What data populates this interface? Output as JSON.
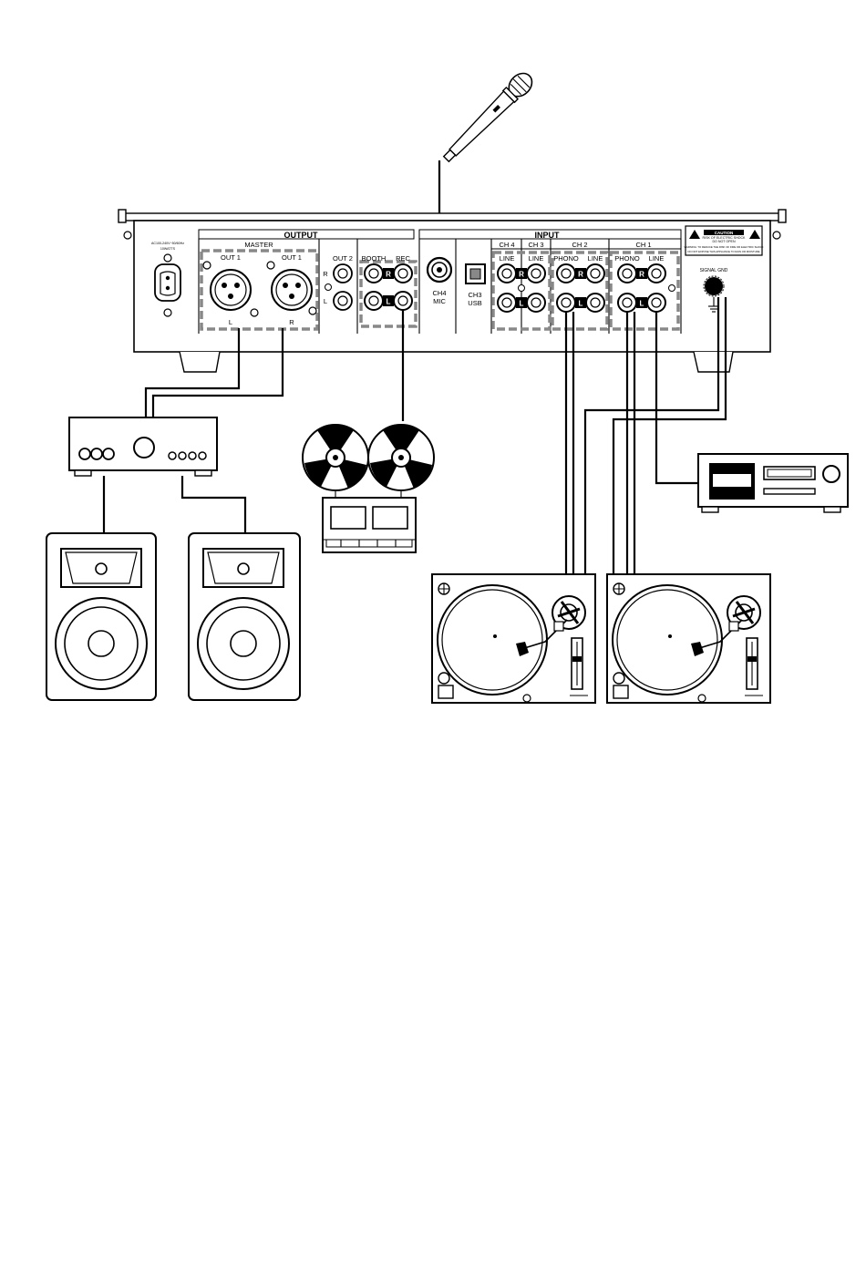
{
  "mixer": {
    "power_label_line1": "AC100-240V~50/60Hz",
    "power_label_line2": "10WATTS",
    "output_header": "OUTPUT",
    "master_label": "MASTER",
    "out1_left_label": "OUT 1",
    "out1_right_label": "OUT 1",
    "left_channel_letter": "L",
    "right_channel_letter": "R",
    "out2_label": "OUT 2",
    "booth_label": "BOOTH",
    "rec_label": "REC",
    "jack_r_letter": "R",
    "jack_l_letter": "L",
    "input_header": "INPUT",
    "ch4_mic_line1": "CH4",
    "ch4_mic_line2": "MIC",
    "ch3_usb_line1": "CH3",
    "ch3_usb_line2": "USB",
    "ch4_label": "CH 4",
    "ch3_label": "CH 3",
    "ch2_label": "CH  2",
    "ch1_label": "CH  1",
    "line_label": "LINE",
    "phono_label": "PHONO",
    "signal_gnd_label": "SIGNAL GND",
    "caution_title": "CAUTION",
    "caution_line1": "RISK OF ELECTRIC SHOCK",
    "caution_line2": "DO NOT OPEN",
    "warning_line1": "WARNING: TO REDUCE THE RISK OF FIRE OR ELECTRIC SHOCK",
    "warning_line2": "DO NOT EXPOSE THIS APPLIANCE TO RAIN OR MOISTURE"
  }
}
